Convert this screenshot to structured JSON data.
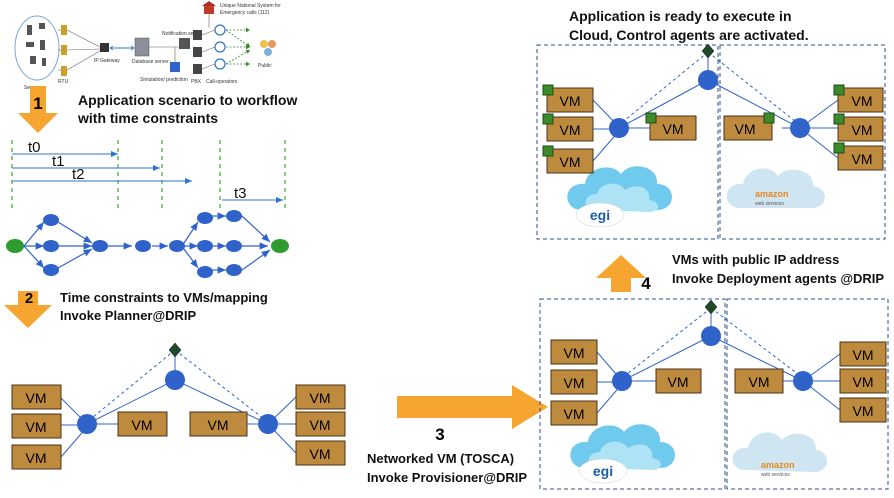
{
  "colors": {
    "arrow_orange": "#f6a531",
    "node_blue": "#2f63c9",
    "green_node": "#2f9a2f",
    "vm_fill": "#bd8a3e",
    "vm_border": "#4a3315",
    "vm_icon_green": "#3c8a2b",
    "dashed_blue": "#2f4f8f",
    "timeline_blue": "#2e75c9",
    "timeline_green": "#3cab2c",
    "cloud_blue": "#56c1ea"
  },
  "step1": {
    "number": "1",
    "caption_line1": "Application scenario to workflow",
    "caption_line2": "with time constraints"
  },
  "scenario": {
    "sensors": "Sensors",
    "rtu": "RTU",
    "gateway": "IP Gateway",
    "database": "Database server",
    "notification": "Notification server",
    "simulation": "Simulation/ prediction",
    "pbx": "PBX",
    "operators": "Call-operators",
    "public": "Public",
    "national_line1": "Unique National System for",
    "national_line2": "Emergency calls (112)"
  },
  "timeline": {
    "labels": [
      "t0",
      "t1",
      "t2",
      "t3"
    ]
  },
  "step2": {
    "number": "2",
    "caption_line1": "Time constraints to VMs/mapping",
    "caption_line2": "Invoke Planner@DRIP"
  },
  "step3": {
    "number": "3",
    "caption_line1": "Networked VM (TOSCA)",
    "caption_line2": "Invoke Provisioner@DRIP"
  },
  "step4": {
    "number": "4",
    "caption_line1": "VMs with public IP address",
    "caption_line2": "Invoke Deployment agents @DRIP"
  },
  "final": {
    "caption_line1": "Application is ready to execute in",
    "caption_line2": "Cloud, Control agents are activated."
  },
  "vm_label": "VM",
  "clouds": {
    "egi": "egi",
    "amazon_line1": "amazon",
    "amazon_line2": "web services"
  }
}
